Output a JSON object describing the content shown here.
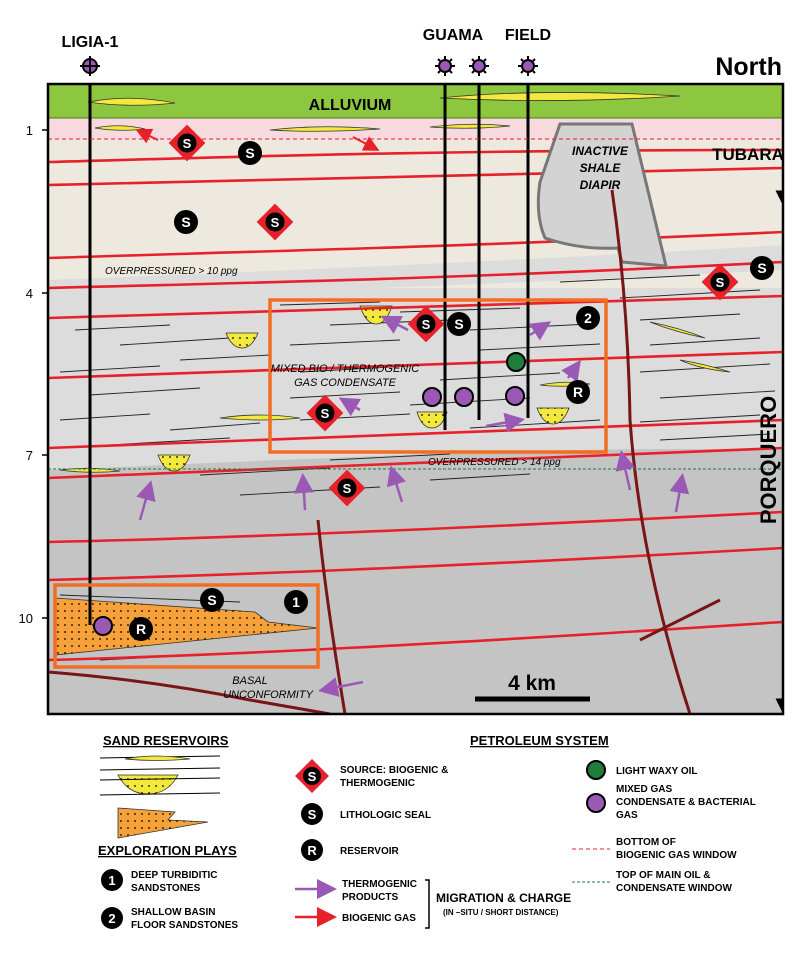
{
  "wells": {
    "ligia": "LIGIA-1",
    "guama_1": "GUAMA",
    "guama_2": "FIELD"
  },
  "compass": "North",
  "depth_ticks": [
    "1",
    "4",
    "7",
    "10"
  ],
  "units": {
    "alluvium": "ALLUVIUM",
    "tubara": "TUBARA",
    "porquero": "PORQUERO"
  },
  "annotations": {
    "diapir_1": "INACTIVE",
    "diapir_2": "SHALE",
    "diapir_3": "DIAPIR",
    "overpressure_upper": "OVERPRESSURED > 10 ppg",
    "mixed_1": "MIXED BIO / THERMOGENIC",
    "mixed_2": "GAS CONDENSATE",
    "overpressure_lower": "OVERPRESSURED > 14 ppg",
    "basal_1": "BASAL",
    "basal_2": "UNCONFORMITY"
  },
  "markers": {
    "source_letter": "S",
    "seal_letter": "S",
    "reservoir_letter": "R",
    "play_1": "1",
    "play_2": "2"
  },
  "scale_bar": "4 km",
  "legend": {
    "sand_title": "SAND RESERVOIRS",
    "plays_title": "EXPLORATION PLAYS",
    "play_1_line1": "DEEP TURBIDITIC",
    "play_1_line2": "SANDSTONES",
    "play_2_line1": "SHALLOW BASIN",
    "play_2_line2": "FLOOR SANDSTONES",
    "system_title": "PETROLEUM SYSTEM",
    "source_line1": "SOURCE: BIOGENIC &",
    "source_line2": "THERMOGENIC",
    "seal": "LITHOLOGIC SEAL",
    "reservoir": "RESERVOIR",
    "thermo_line1": "THERMOGENIC",
    "thermo_line2": "PRODUCTS",
    "biogenic": "BIOGENIC GAS",
    "migration_line1": "MIGRATION & CHARGE",
    "migration_line2": "(IN –SITU / SHORT DISTANCE)",
    "light_oil": "LIGHT WAXY OIL",
    "mixed_gas_line1": "MIXED GAS",
    "mixed_gas_line2": "CONDENSATE & BACTERIAL",
    "mixed_gas_line3": "GAS",
    "bottom_line1": "BOTTOM OF",
    "bottom_line2": "BIOGENIC GAS WINDOW",
    "top_line1": "TOP OF MAIN OIL &",
    "top_line2": "CONDENSATE WINDOW"
  },
  "colors": {
    "alluvium": "#8dc63f",
    "tubara": "#ede9df",
    "porquero_upper": "#dcdcdc",
    "porquero_lower": "#c4c4c4",
    "horizon": "#e8202a",
    "fault": "#7a1517",
    "sand": "#f3e83c",
    "deep_sand": "#f7a13a",
    "play_box": "#f26d21",
    "thermogenic_arrow": "#9b59b6",
    "biogenic_arrow": "#e8202a",
    "oil": "#1e7d3a",
    "gas": "#9b59b6",
    "bio_window_line": "#e8202a",
    "oil_window_line": "#1e7d3a"
  },
  "icons": [
    "well-symbol-icon",
    "gas-well-icon",
    "source-diamond-icon",
    "seal-circle-icon",
    "reservoir-circle-icon",
    "migration-arrow-icon",
    "fault-line-icon",
    "sand-lens-icon"
  ]
}
